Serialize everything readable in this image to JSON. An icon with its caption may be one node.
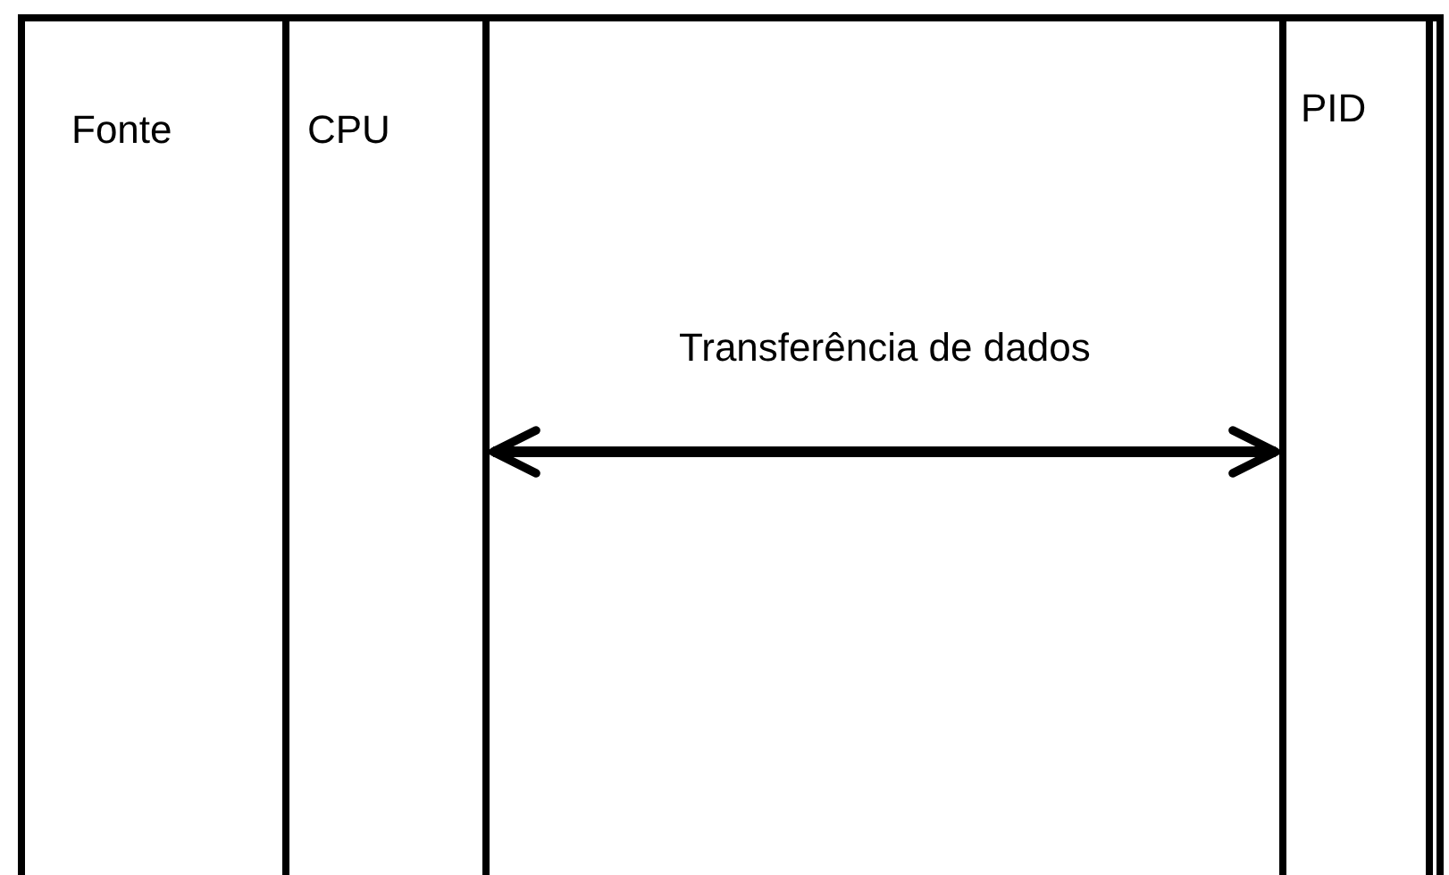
{
  "diagram": {
    "nodes": [
      {
        "text": [
          "Fonte"
        ]
      },
      {
        "text": [
          "CPU"
        ]
      },
      {
        "text": [
          "PID"
        ]
      }
    ],
    "edges": [
      {
        "from": 1,
        "to": 2,
        "arrow": "both",
        "label": "Transferência de dados"
      }
    ]
  }
}
